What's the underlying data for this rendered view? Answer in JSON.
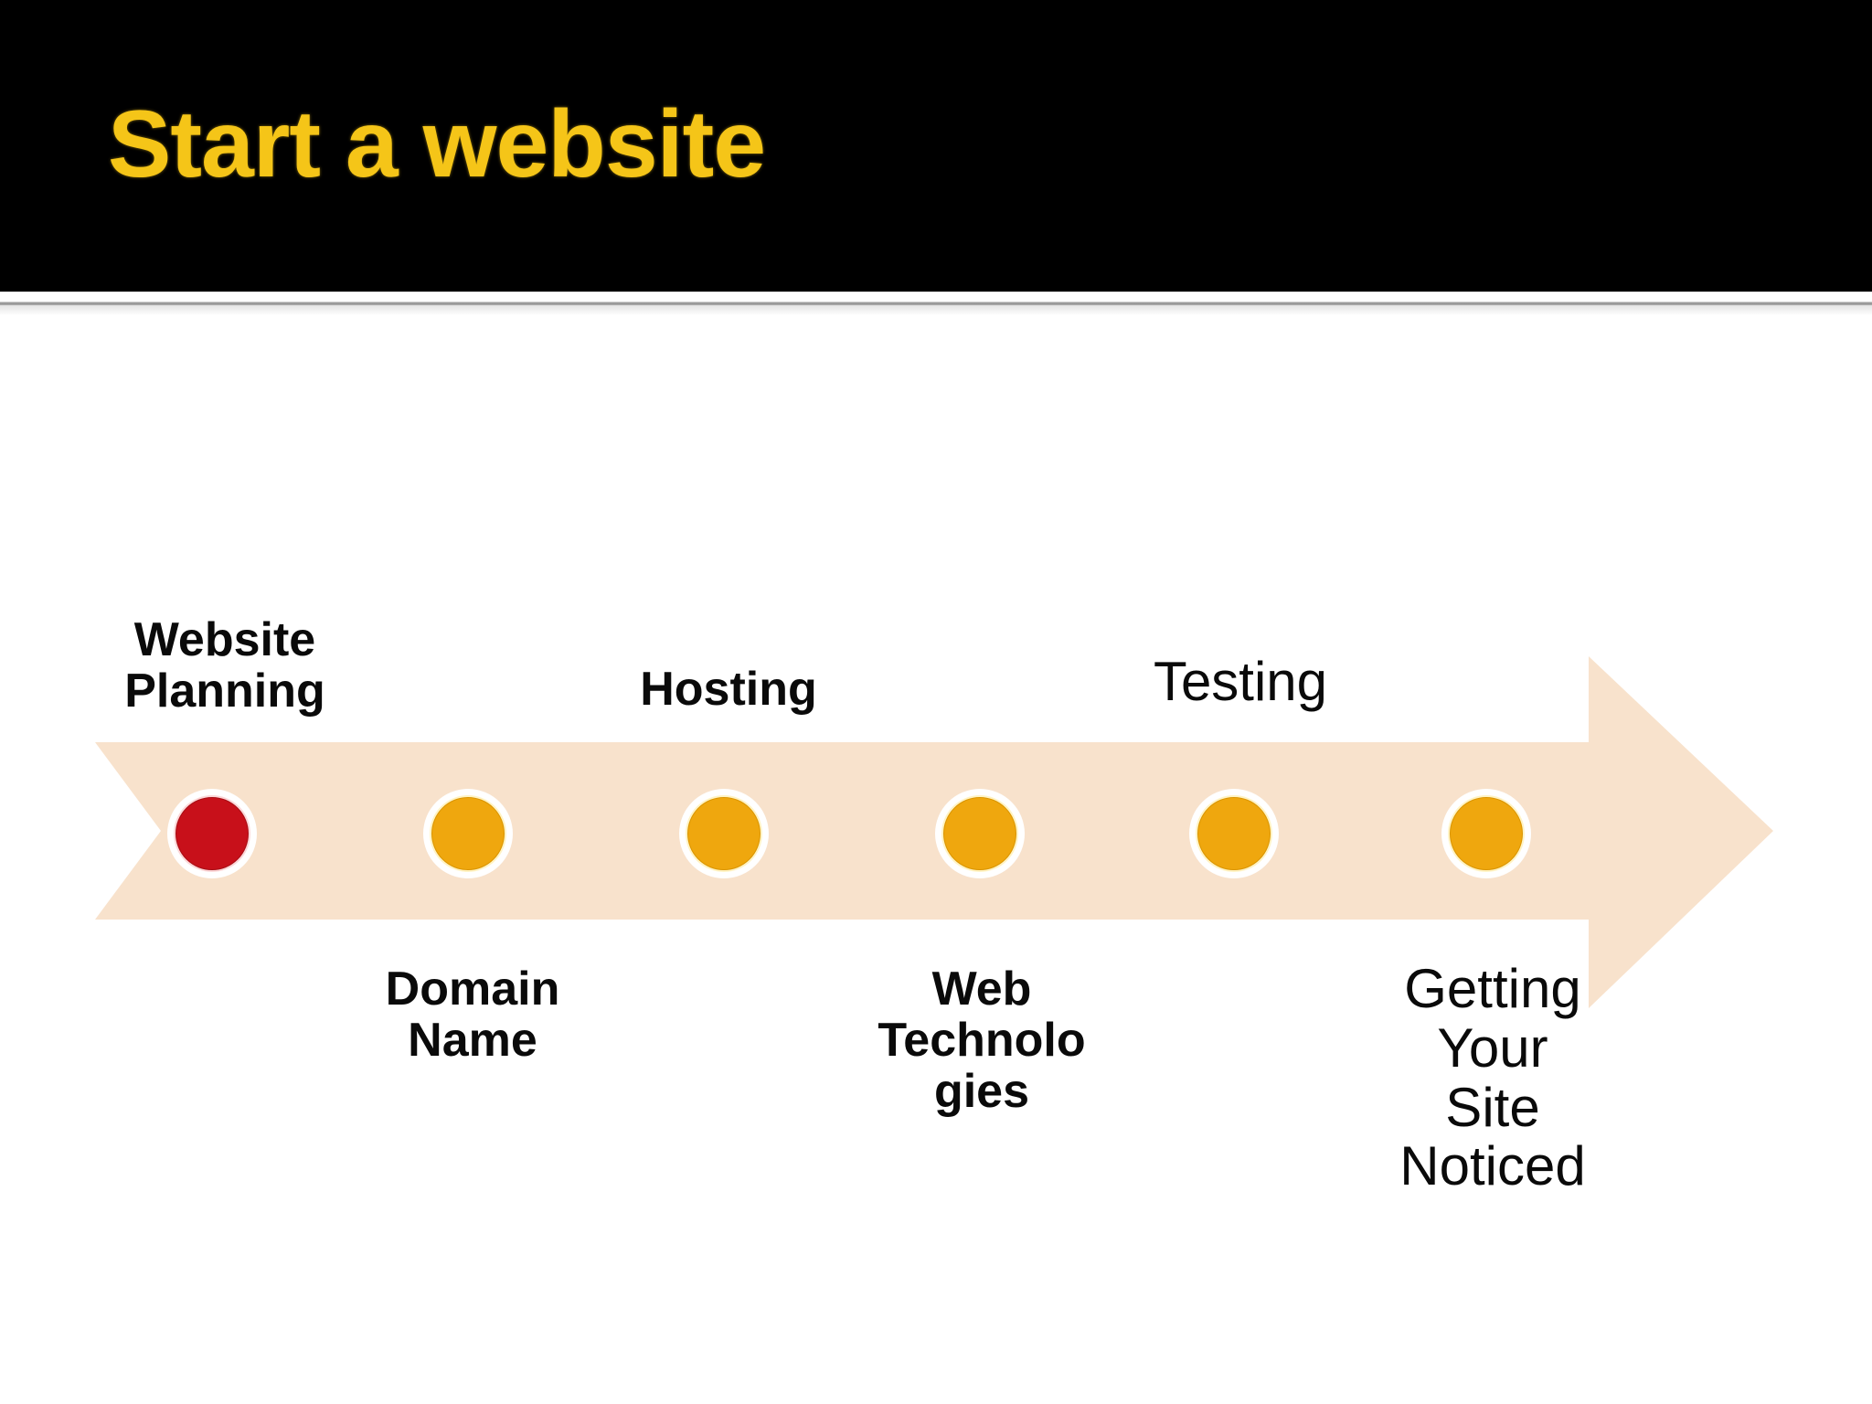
{
  "slide": {
    "title": "Start a website",
    "title_color": "#F5C518",
    "header_background": "#000000",
    "background": "#FFFFFF"
  },
  "process": {
    "shape": "right-arrow",
    "band_color": "#F8E2CC",
    "direction": "left-to-right",
    "active_step_index": 0,
    "colors": {
      "active_node": "#C8101A",
      "inactive_node": "#EFA70E",
      "node_ring": "#FFFFFF"
    },
    "steps": [
      {
        "id": "website-planning",
        "label": "Website\nPlanning",
        "label_position": "above",
        "node_color": "#C8101A",
        "weight": "bold"
      },
      {
        "id": "domain-name",
        "label": "Domain\nName",
        "label_position": "below",
        "node_color": "#EFA70E",
        "weight": "bold"
      },
      {
        "id": "hosting",
        "label": "Hosting",
        "label_position": "above",
        "node_color": "#EFA70E",
        "weight": "bold"
      },
      {
        "id": "web-technologies",
        "label": "Web\nTechnolo\ngies",
        "label_position": "below",
        "node_color": "#EFA70E",
        "weight": "bold"
      },
      {
        "id": "testing",
        "label": "Testing",
        "label_position": "above",
        "node_color": "#EFA70E",
        "weight": "regular"
      },
      {
        "id": "getting-site-noticed",
        "label": "Getting\nYour\nSite\nNoticed",
        "label_position": "below",
        "node_color": "#EFA70E",
        "weight": "regular"
      }
    ]
  }
}
